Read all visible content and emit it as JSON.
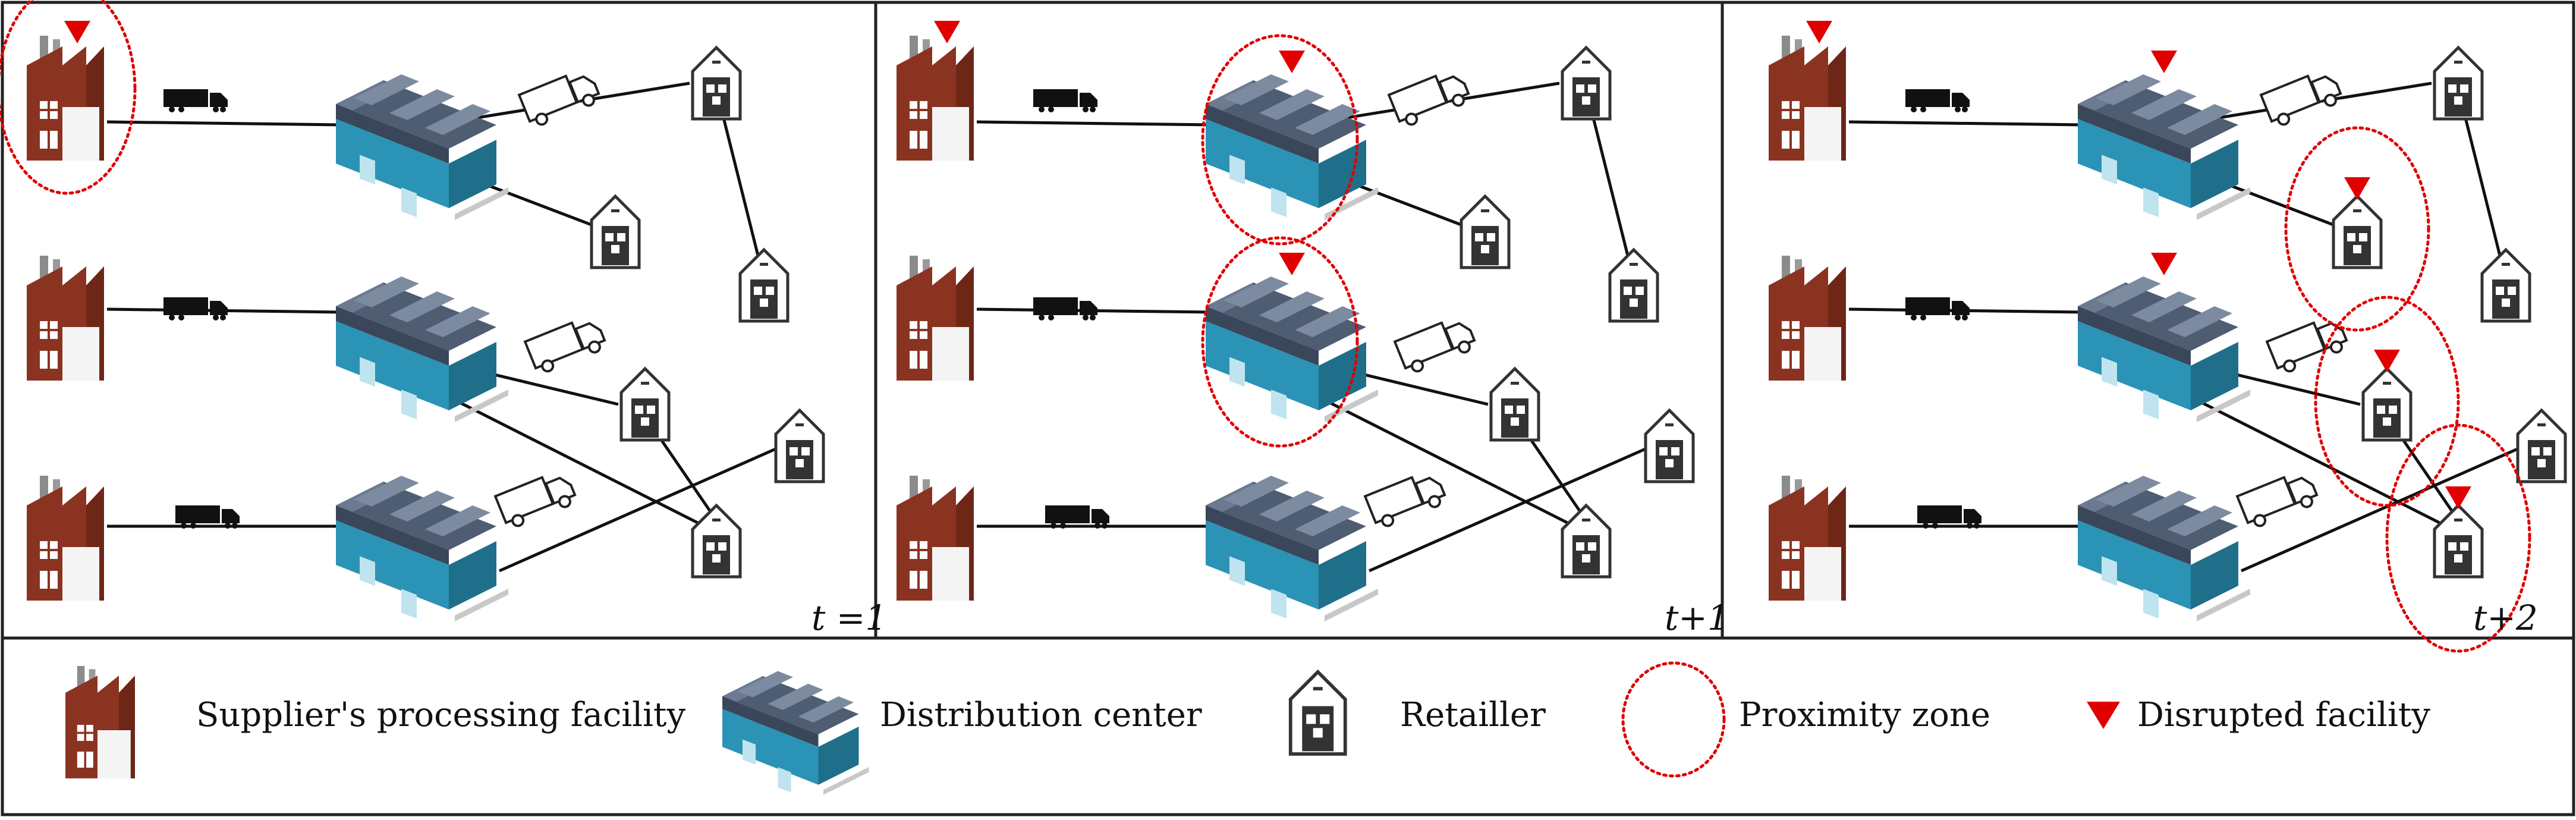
{
  "panels": [
    {
      "label": "t =1",
      "disrupted": [
        "supplier-1"
      ],
      "zones": [
        "supplier-1"
      ]
    },
    {
      "label": "t+1",
      "disrupted": [
        "supplier-1",
        "dc-1",
        "dc-2"
      ],
      "zones": [
        "dc-1",
        "dc-2"
      ]
    },
    {
      "label": "t+2",
      "disrupted": [
        "supplier-1",
        "dc-1",
        "dc-2",
        "retailer-2",
        "retailer-4",
        "retailer-6"
      ],
      "zones": [
        "retailer-2",
        "retailer-4",
        "retailer-6"
      ]
    }
  ],
  "legend": {
    "supplier": "Supplier's processing facility",
    "dc": "Distribution center",
    "retailer": "Retailler",
    "zone": "Proximity zone",
    "disrupted": "Disrupted facility"
  },
  "colors": {
    "factory": "#8b3321",
    "warehouse_roof": "#5b6a80",
    "warehouse_wall": "#2b93b5",
    "disruption": "#e00000",
    "zone": "#e00000",
    "border": "#222222"
  }
}
